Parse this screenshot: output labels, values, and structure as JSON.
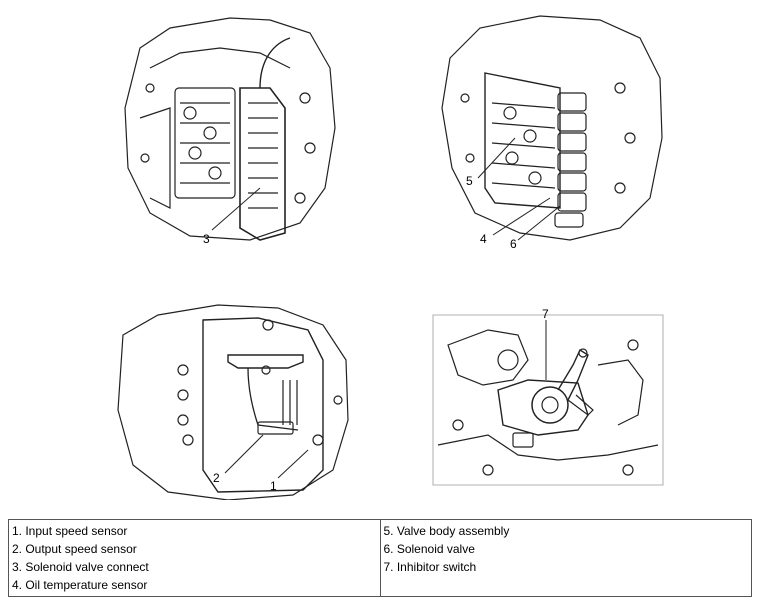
{
  "callouts": {
    "p1": "3",
    "p2a": "5",
    "p2b": "4",
    "p2c": "6",
    "p3a": "2",
    "p3b": "1",
    "p4": "7"
  },
  "legend": {
    "left": [
      "1. Input speed sensor",
      "2. Output speed sensor",
      "3. Solenoid valve connect",
      "4. Oil temperature sensor"
    ],
    "right": [
      "5. Valve body assembly",
      "6. Solenoid valve",
      "7. Inhibitor switch"
    ]
  }
}
